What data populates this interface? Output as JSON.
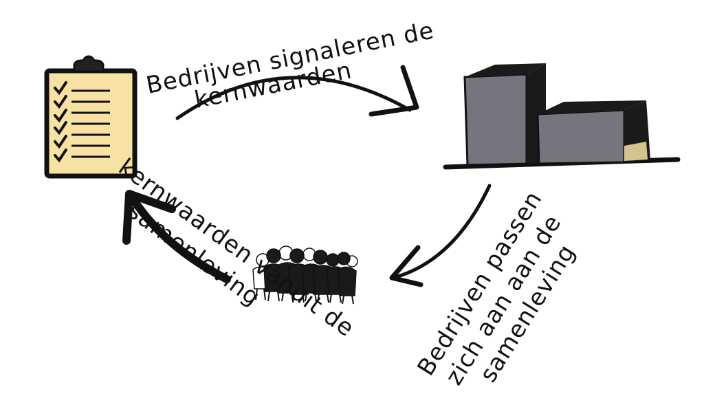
{
  "labels": {
    "top_line1": "Bedrijven signaleren de",
    "top_line2": "kernwaarden",
    "right_line1": "Bedrijven passen",
    "right_line2": "zich aan aan de",
    "right_line3": "samenleving",
    "left_line1": "kernwaarden vanuit de",
    "left_line2": "samenleving"
  },
  "nodes": {
    "values_icon": "clipboard-checklist-icon",
    "companies_icon": "buildings-icon",
    "society_icon": "crowd-icon"
  },
  "colors": {
    "clipboard_paper": "#F7E2A4",
    "building": "#76747F",
    "building_dark": "#1A1A1A",
    "ink": "#111111"
  }
}
